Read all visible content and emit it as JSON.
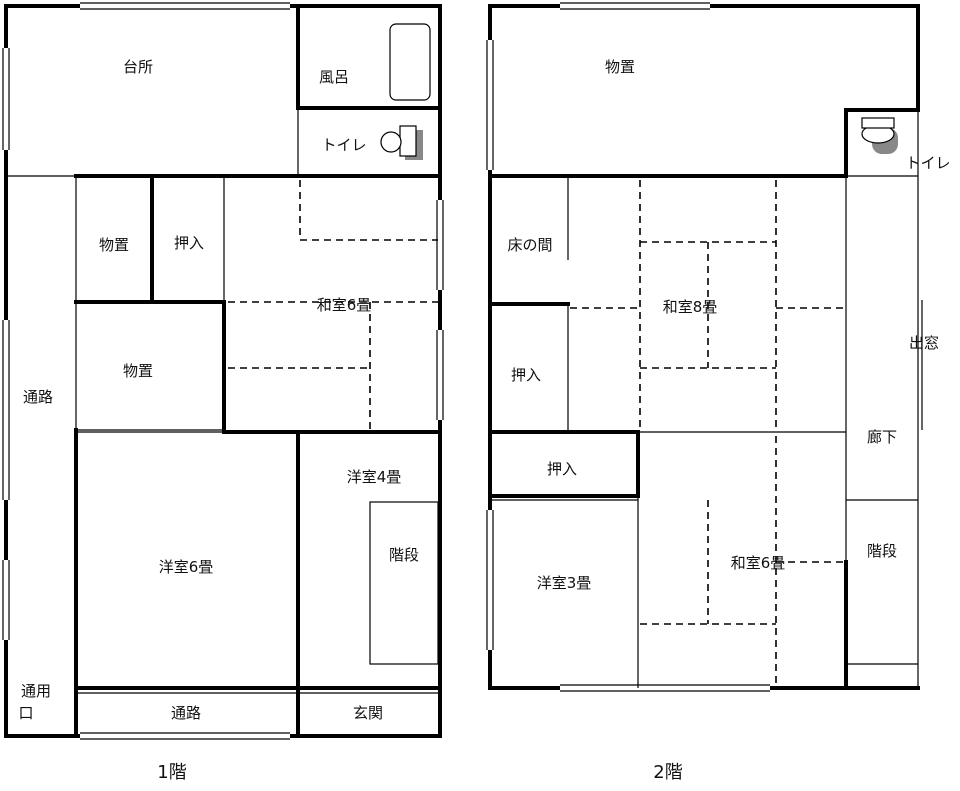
{
  "floor1": {
    "title": "1階",
    "rooms": {
      "kitchen": "台所",
      "bath": "風呂",
      "toilet": "トイレ",
      "storage_a": "物置",
      "closet": "押入",
      "storage_b": "物置",
      "washitsu6": "和室6畳",
      "passage_left": "通路",
      "youshitsu6": "洋室6畳",
      "youshitsu4": "洋室4畳",
      "stairs": "階段",
      "service_entrance": [
        "通用",
        "口"
      ],
      "passage_bottom": "通路",
      "entrance": "玄関"
    }
  },
  "floor2": {
    "title": "2階",
    "rooms": {
      "storage": "物置",
      "toilet": "トイレ",
      "tokonoma": "床の間",
      "washitsu8": "和室8畳",
      "closet_a": "押入",
      "bay_window": "出窓",
      "hallway": "廊下",
      "closet_b": "押入",
      "youshitsu3": "洋室3畳",
      "washitsu6": "和室6畳",
      "stairs": "階段"
    }
  }
}
